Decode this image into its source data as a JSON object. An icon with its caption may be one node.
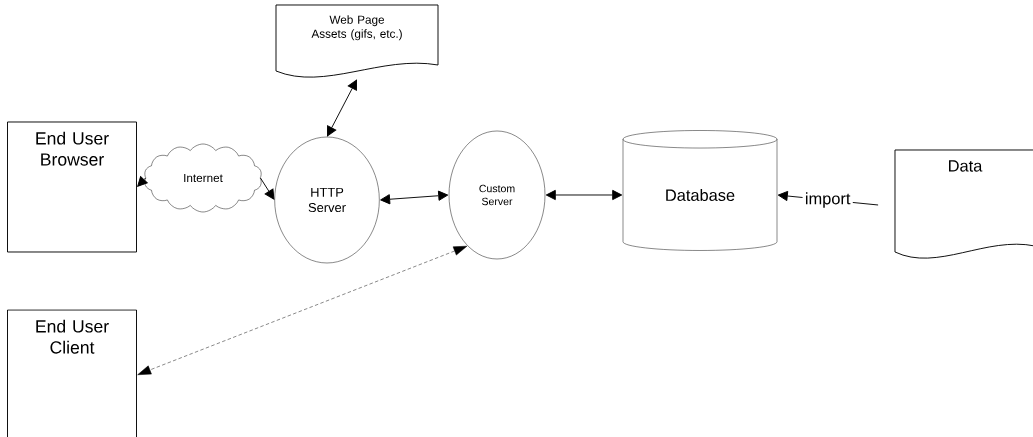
{
  "diagram": {
    "nodes": [
      {
        "text": [
          "End User Browser"
        ]
      },
      {
        "text": [
          "Internet"
        ]
      },
      {
        "text": [
          "HTTP Server"
        ]
      },
      {
        "text": [
          "Web Page Assets (gifs, etc.)"
        ]
      },
      {
        "text": [
          "Custom Server"
        ]
      },
      {
        "text": [
          "Database"
        ]
      },
      {
        "text": [
          "Data"
        ]
      },
      {
        "text": [
          "End User Client"
        ]
      }
    ],
    "edges": [
      {
        "from": 1,
        "to": 0,
        "arrow": "to"
      },
      {
        "from": 1,
        "to": 2,
        "arrow": "to"
      },
      {
        "from": 3,
        "to": 2,
        "arrow": "both"
      },
      {
        "from": 2,
        "to": 4,
        "arrow": "both"
      },
      {
        "from": 4,
        "to": 5,
        "arrow": "both"
      },
      {
        "from": 6,
        "to": 5,
        "arrow": "to",
        "label": "import"
      },
      {
        "from": 4,
        "to": 7,
        "arrow": "both",
        "style": "dashed"
      }
    ]
  }
}
